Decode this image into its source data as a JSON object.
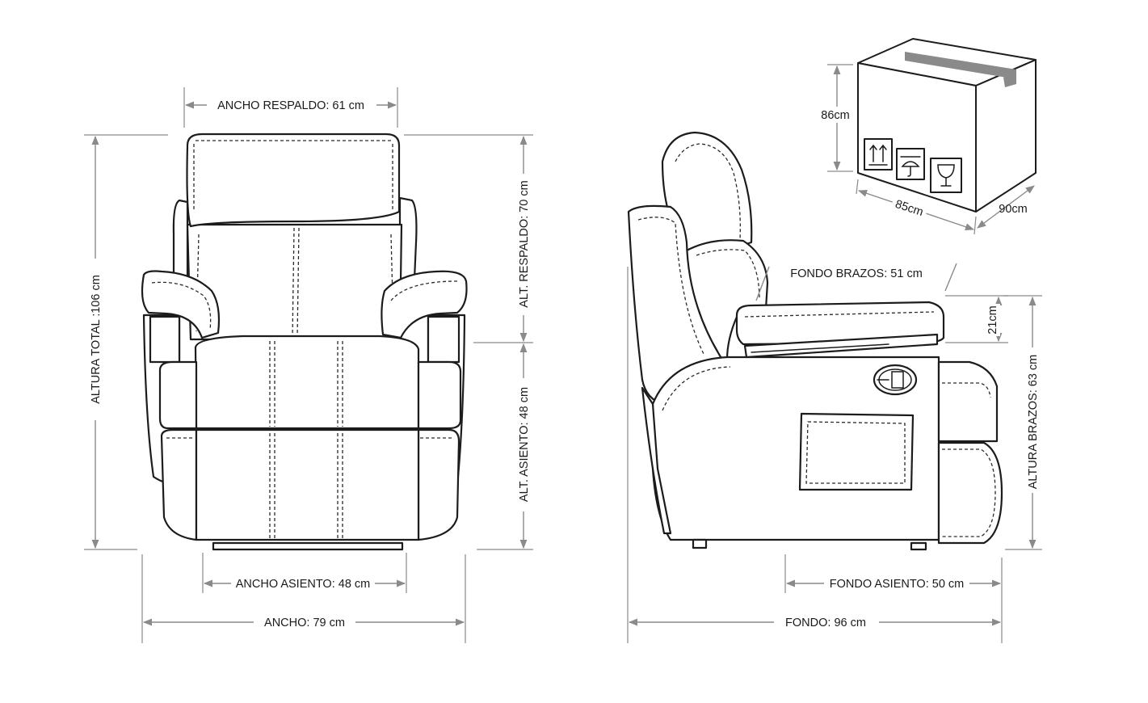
{
  "labels": {
    "ancho_respaldo": "ANCHO RESPALDO: 61 cm",
    "altura_total": "ALTURA TOTAL :106 cm",
    "alt_respaldo": "ALT. RESPALDO: 70 cm",
    "alt_asiento": "ALT. ASIENTO: 48 cm",
    "ancho_asiento": "ANCHO ASIENTO: 48 cm",
    "ancho": "ANCHO: 79 cm",
    "fondo_brazos": "FONDO BRAZOS: 51 cm",
    "brazo_altura_alt": "21cm",
    "altura_brazos": "ALTURA BRAZOS: 63 cm",
    "fondo_asiento": "FONDO ASIENTO: 50 cm",
    "fondo": "FONDO: 96 cm",
    "box_height": "86cm",
    "box_width": "85cm",
    "box_depth": "90cm"
  },
  "colors": {
    "line": "#1c1c1c",
    "dimension": "#8a8a8a",
    "tape": "#888888"
  },
  "icons": [
    "this-way-up-icon",
    "keep-dry-umbrella-icon",
    "fragile-glass-icon"
  ]
}
